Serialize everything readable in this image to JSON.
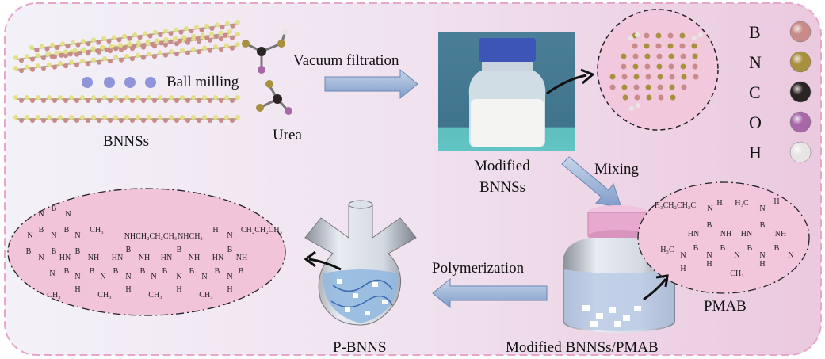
{
  "labels": {
    "ball_milling": "Ball milling",
    "urea": "Urea",
    "bnnss": "BNNSs",
    "vacuum_filtration": "Vacuum filtration",
    "modified_line1": "Modified",
    "modified_line2": "BNNSs",
    "mixing": "Mixing",
    "polymerization": "Polymerization",
    "p_bnns": "P-BNNS",
    "modified_pmab": "Modified BNNSs/PMAB",
    "pmab": "PMAB"
  },
  "legend": [
    {
      "symbol": "B",
      "color": "#c98a8a"
    },
    {
      "symbol": "N",
      "color": "#a8903f"
    },
    {
      "symbol": "C",
      "color": "#2a2524"
    },
    {
      "symbol": "O",
      "color": "#a868a8"
    },
    {
      "symbol": "H",
      "color": "#e8e6e4"
    }
  ],
  "pbnns_structure_labels": [
    "N",
    "B",
    "N",
    "N",
    "B",
    "N",
    "B",
    "N",
    "CH₃",
    "B",
    "N",
    "B",
    "B",
    "HN",
    "NH",
    "NHCH₂CH₂CH₃",
    "NHCH₃",
    "B",
    "HN",
    "NH",
    "B",
    "HN",
    "NH",
    "H",
    "N",
    "CH₂CH₂CH₃",
    "B",
    "HN",
    "NH",
    "N",
    "B",
    "N",
    "B",
    "N",
    "B",
    "N",
    "B",
    "N",
    "B",
    "N",
    "B",
    "N",
    "B",
    "N",
    "B",
    "H",
    "H",
    "H",
    "H",
    "CH₃",
    "CH₃",
    "CH₃",
    "CH₃"
  ],
  "pmab_structure_labels": [
    "H₃CH₂CH₂C",
    "N",
    "H",
    "H₃C",
    "N",
    "H",
    "B",
    "HN",
    "NH",
    "B",
    "HN",
    "NH",
    "H₃C",
    "N",
    "B",
    "N",
    "B",
    "N",
    "B",
    "N",
    "B",
    "N",
    "H",
    "H",
    "H",
    "CH₃"
  ]
}
